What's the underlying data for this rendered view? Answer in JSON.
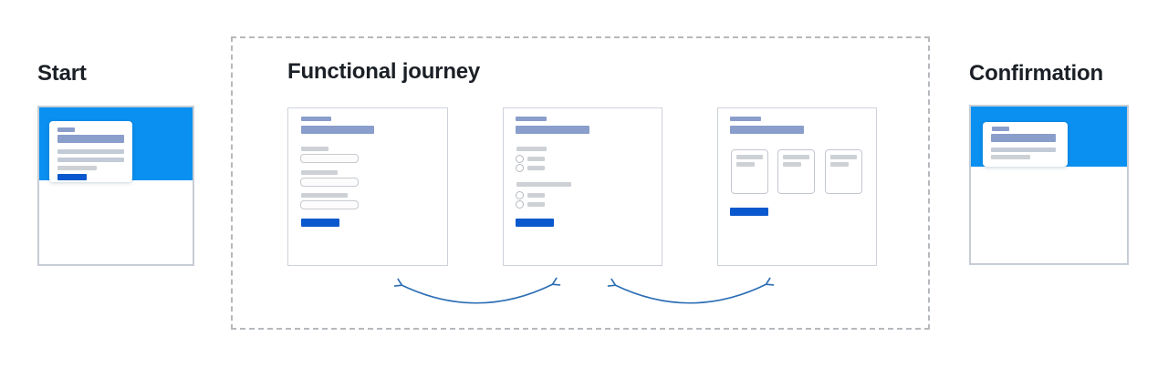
{
  "diagram": {
    "sections": [
      {
        "id": "start",
        "label": "Start"
      },
      {
        "id": "functional-journey",
        "label": "Functional journey"
      },
      {
        "id": "confirmation",
        "label": "Confirmation"
      }
    ]
  },
  "icons": {
    "arrow_between_screen_1_2": "bidirectional-curved-arrow",
    "arrow_between_screen_2_3": "bidirectional-curved-arrow",
    "option_markers": "radio-circle-icon"
  },
  "colors": {
    "background": "#ffffff",
    "brand_blue": "#0a90f0",
    "periwinkle": "#8a9ecb",
    "button_blue": "#0a58cd",
    "arrow_blue": "#2a6db4",
    "title_text": "#1b2026",
    "card_border": "#c7cdd5",
    "screen_border": "#cdd2d9",
    "dashed_border": "#b5b9bd",
    "bar_bluegrey": "#c2cbd7",
    "label_grey": "#cdd1d6",
    "input_border": "#c6cacf",
    "input_fill": "#fcfcfd",
    "radio_border": "#b4b9c0",
    "mini_card_border": "#c3c8cf"
  }
}
